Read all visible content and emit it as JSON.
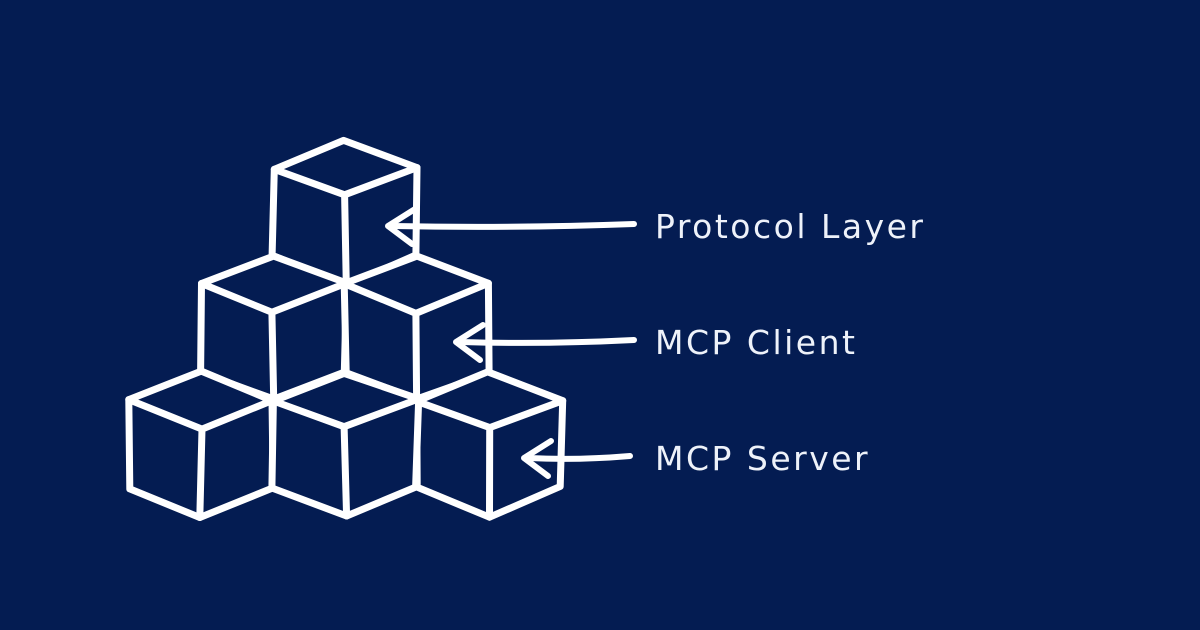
{
  "colors": {
    "background": "#041c52",
    "line": "#ffffff",
    "text": "#eef2fa"
  },
  "diagram": {
    "type": "isometric-cube-pyramid",
    "levels": [
      1,
      2,
      3
    ]
  },
  "annotations": [
    {
      "label": "Protocol Layer",
      "target": "top-cube"
    },
    {
      "label": "MCP Client",
      "target": "middle-layer-cubes"
    },
    {
      "label": "MCP Server",
      "target": "bottom-layer-cubes"
    }
  ]
}
